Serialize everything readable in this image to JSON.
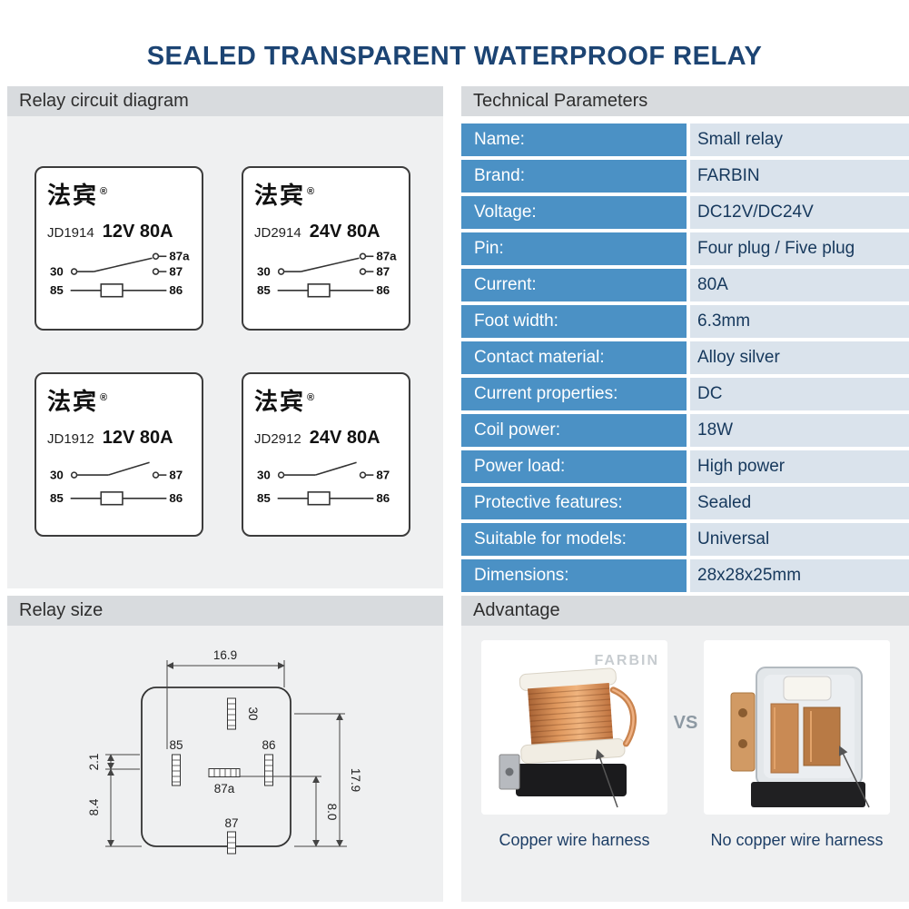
{
  "title": "SEALED TRANSPARENT WATERPROOF RELAY",
  "left": {
    "circuit_header": "Relay circuit diagram",
    "relays": [
      {
        "brand": "法宾",
        "reg": "®",
        "model": "JD1914",
        "rating": "12V 80A",
        "pins": {
          "p30": "30",
          "p87a": "87a",
          "p87": "87",
          "p85": "85",
          "p86": "86"
        }
      },
      {
        "brand": "法宾",
        "reg": "®",
        "model": "JD2914",
        "rating": "24V 80A",
        "pins": {
          "p30": "30",
          "p87a": "87a",
          "p87": "87",
          "p85": "85",
          "p86": "86"
        }
      },
      {
        "brand": "法宾",
        "reg": "®",
        "model": "JD1912",
        "rating": "12V 80A",
        "pins": {
          "p30": "30",
          "p87": "87",
          "p85": "85",
          "p86": "86"
        }
      },
      {
        "brand": "法宾",
        "reg": "®",
        "model": "JD2912",
        "rating": "24V 80A",
        "pins": {
          "p30": "30",
          "p87": "87",
          "p85": "85",
          "p86": "86"
        }
      }
    ],
    "size_header": "Relay size",
    "size": {
      "width": "16.9",
      "height": "17.9",
      "depth": "8.0",
      "offset_small": "2.1",
      "offset_large": "8.4",
      "pin30": "30",
      "pin85": "85",
      "pin86": "86",
      "pin87a": "87a",
      "pin87": "87"
    }
  },
  "right": {
    "params_header": "Technical Parameters",
    "params": [
      {
        "label": "Name:",
        "value": "Small relay"
      },
      {
        "label": "Brand:",
        "value": "FARBIN"
      },
      {
        "label": "Voltage:",
        "value": "DC12V/DC24V"
      },
      {
        "label": "Pin:",
        "value": "Four plug / Five plug"
      },
      {
        "label": "Current:",
        "value": "80A"
      },
      {
        "label": "Foot width:",
        "value": "6.3mm"
      },
      {
        "label": "Contact material:",
        "value": "Alloy silver"
      },
      {
        "label": "Current properties:",
        "value": "DC"
      },
      {
        "label": "Coil power:",
        "value": "18W"
      },
      {
        "label": "Power load:",
        "value": "High power"
      },
      {
        "label": "Protective features:",
        "value": "Sealed"
      },
      {
        "label": "Suitable for models:",
        "value": "Universal"
      },
      {
        "label": "Dimensions:",
        "value": "28x28x25mm"
      }
    ],
    "advantage_header": "Advantage",
    "advantage": {
      "watermark": "FARBIN",
      "vs": "VS",
      "left_caption": "Copper wire harness",
      "right_caption": "No copper wire harness"
    }
  },
  "colors": {
    "title": "#1c4473",
    "header_bg": "#d8dbde",
    "panel_bg": "#eff0f1",
    "param_label_bg": "#4b91c5",
    "param_value_bg": "#dae3ec",
    "param_value_text": "#16385c",
    "copper": "#c9834e"
  }
}
